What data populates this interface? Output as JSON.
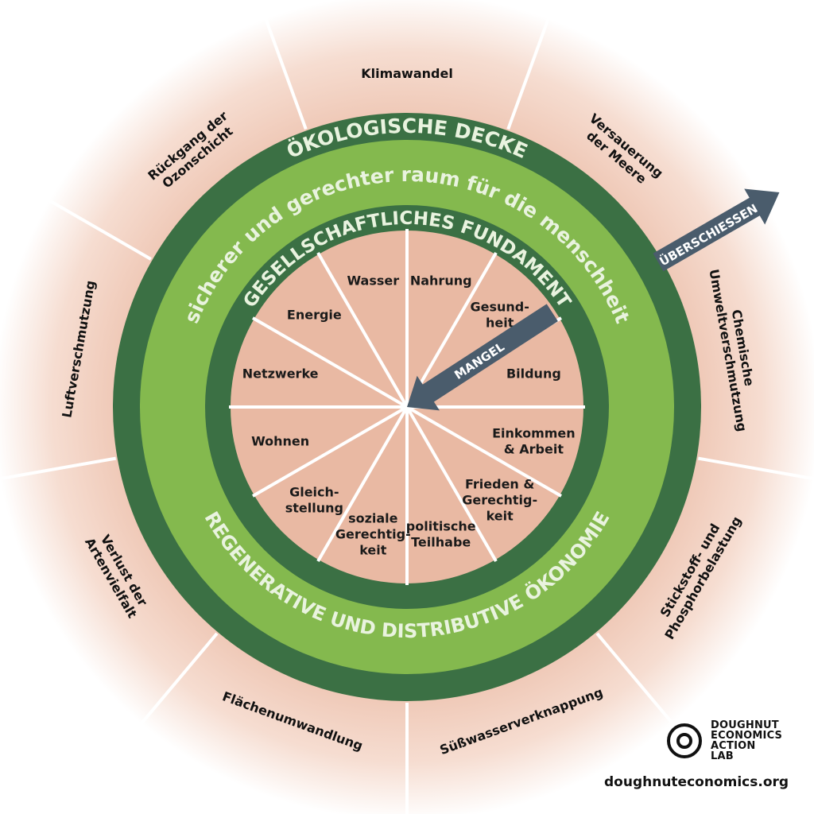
{
  "colors": {
    "shortfall_fill": "#e9b9a3",
    "outer_fill": "#f0cdbd",
    "dark_green": "#3b7044",
    "light_green": "#84b94e",
    "arrow": "#4a5c6c",
    "ring_text": "#eaf4e0"
  },
  "rings": {
    "ecological_ceiling": "ÖKOLOGISCHE DECKE",
    "safe_space": "sicherer und gerechter raum für die menschheit",
    "social_foundation": "GESELLSCHAFTLICHES FUNDAMENT",
    "economy": "REGENERATIVE UND DISTRIBUTIVE ÖKONOMIE"
  },
  "arrows": {
    "overshoot": "ÜBERSCHIESSEN",
    "shortfall": "MANGEL"
  },
  "ecological_ceiling_dimensions": [
    {
      "label": [
        "Klimawandel"
      ]
    },
    {
      "label": [
        "Versauerung",
        "der Meere"
      ]
    },
    {
      "label": [
        "Chemische",
        "Umweltverschmutzung"
      ]
    },
    {
      "label": [
        "Stickstoff- und",
        "Phosphorbelastung"
      ]
    },
    {
      "label": [
        "Süßwasserverknappung"
      ]
    },
    {
      "label": [
        "Flächenumwandlung"
      ]
    },
    {
      "label": [
        "Verlust der",
        "Artenvielfalt"
      ]
    },
    {
      "label": [
        "Luftverschmutzung"
      ]
    },
    {
      "label": [
        "Rückgang der",
        "Ozonschicht"
      ]
    }
  ],
  "social_foundation_dimensions": [
    {
      "label": [
        "Nahrung"
      ]
    },
    {
      "label": [
        "Gesund-",
        "heit"
      ]
    },
    {
      "label": [
        "Bildung"
      ]
    },
    {
      "label": [
        "Einkommen",
        "& Arbeit"
      ]
    },
    {
      "label": [
        "Frieden &",
        "Gerechtig-",
        "keit"
      ]
    },
    {
      "label": [
        "politische",
        "Teilhabe"
      ]
    },
    {
      "label": [
        "soziale",
        "Gerechtig-",
        "keit"
      ]
    },
    {
      "label": [
        "Gleich-",
        "stellung"
      ]
    },
    {
      "label": [
        "Wohnen"
      ]
    },
    {
      "label": [
        "Netzwerke"
      ]
    },
    {
      "label": [
        "Energie"
      ]
    },
    {
      "label": [
        "Wasser"
      ]
    }
  ],
  "logo": {
    "lines": [
      "DOUGHNUT",
      "ECONOMICS",
      "ACTION",
      "LAB"
    ],
    "url": "doughnuteconomics.org"
  }
}
